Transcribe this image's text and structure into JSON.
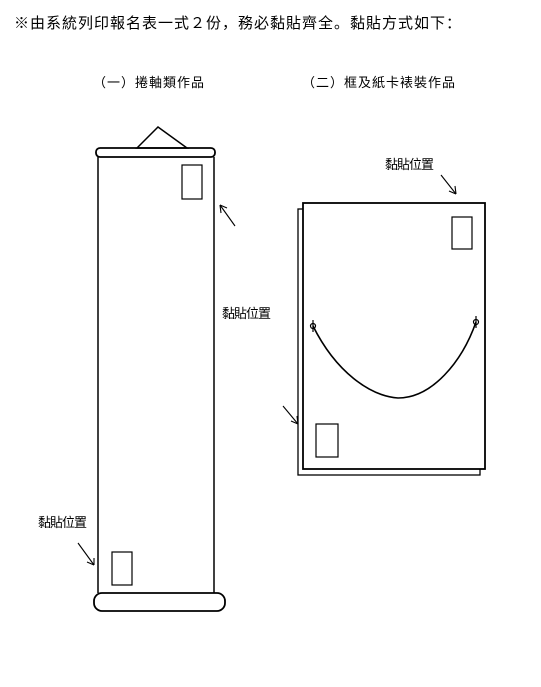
{
  "instruction": "※由系統列印報名表一式２份，務必黏貼齊全。黏貼方式如下：",
  "captions": {
    "scroll": "（一）捲軸類作品",
    "frame": "（二）框及紙卡裱裝作品"
  },
  "paste_label": "黏貼位置",
  "colors": {
    "line": "#000000",
    "background": "#ffffff"
  }
}
